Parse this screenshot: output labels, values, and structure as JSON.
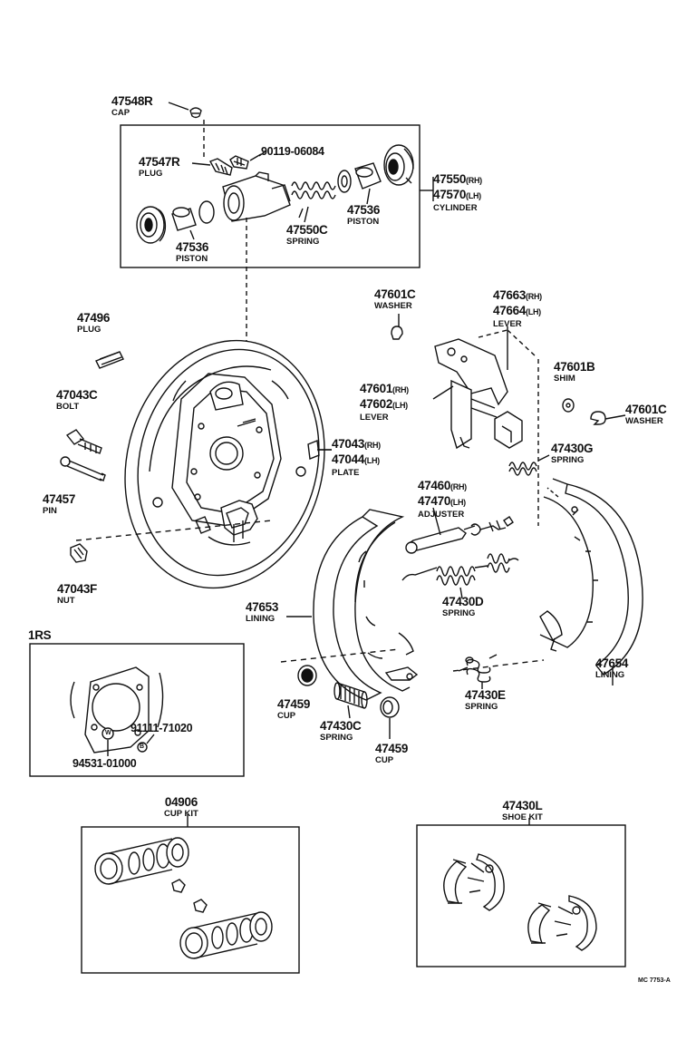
{
  "parts": {
    "cap": {
      "number": "47548R",
      "name": "CAP"
    },
    "bleeder": {
      "number": "90119-06084"
    },
    "plug_top": {
      "number": "47547R",
      "name": "PLUG"
    },
    "cylinder": {
      "number_rh": "47550",
      "rh": "(RH)",
      "number_lh": "47570",
      "lh": "(LH)",
      "name": "CYLINDER"
    },
    "piston_right": {
      "number": "47536",
      "name": "PISTON"
    },
    "piston_left": {
      "number": "47536",
      "name": "PISTON"
    },
    "spring_cyl": {
      "number": "47550C",
      "name": "SPRING"
    },
    "washer_top": {
      "number": "47601C",
      "name": "WASHER"
    },
    "lever_upper": {
      "number_rh": "47663",
      "rh": "(RH)",
      "number_lh": "47664",
      "lh": "(LH)",
      "name": "LEVER"
    },
    "plug_left": {
      "number": "47496",
      "name": "PLUG"
    },
    "shim": {
      "number": "47601B",
      "name": "SHIM"
    },
    "lever_lower": {
      "number_rh": "47601",
      "rh": "(RH)",
      "number_lh": "47602",
      "lh": "(LH)",
      "name": "LEVER"
    },
    "washer_right": {
      "number": "47601C",
      "name": "WASHER"
    },
    "bolt": {
      "number": "47043C",
      "name": "BOLT"
    },
    "plate": {
      "number_rh": "47043",
      "rh": "(RH)",
      "number_lh": "47044",
      "lh": "(LH)",
      "name": "PLATE"
    },
    "spring_g": {
      "number": "47430G",
      "name": "SPRING"
    },
    "pin": {
      "number": "47457",
      "name": "PIN"
    },
    "adjuster": {
      "number_rh": "47460",
      "rh": "(RH)",
      "number_lh": "47470",
      "lh": "(LH)",
      "name": "ADJUSTER"
    },
    "nut": {
      "number": "47043F",
      "name": "NUT"
    },
    "lining_left": {
      "number": "47653",
      "name": "LINING"
    },
    "spring_d": {
      "number": "47430D",
      "name": "SPRING"
    },
    "lining_right": {
      "number": "47654",
      "name": "LINING"
    },
    "cup_left": {
      "number": "47459",
      "name": "CUP"
    },
    "spring_c": {
      "number": "47430C",
      "name": "SPRING"
    },
    "spring_e": {
      "number": "47430E",
      "name": "SPRING"
    },
    "cup_mid": {
      "number": "47459",
      "name": "CUP"
    }
  },
  "inset": {
    "title": "1RS",
    "part_a": "91111-71020",
    "part_b": "94531-01000",
    "marker_w": "W",
    "marker_b": "B"
  },
  "cup_kit": {
    "number": "04906",
    "name": "CUP KIT"
  },
  "shoe_kit": {
    "number": "47430L",
    "name": "SHOE KIT"
  },
  "footer": {
    "code": "MC 7753-A"
  }
}
